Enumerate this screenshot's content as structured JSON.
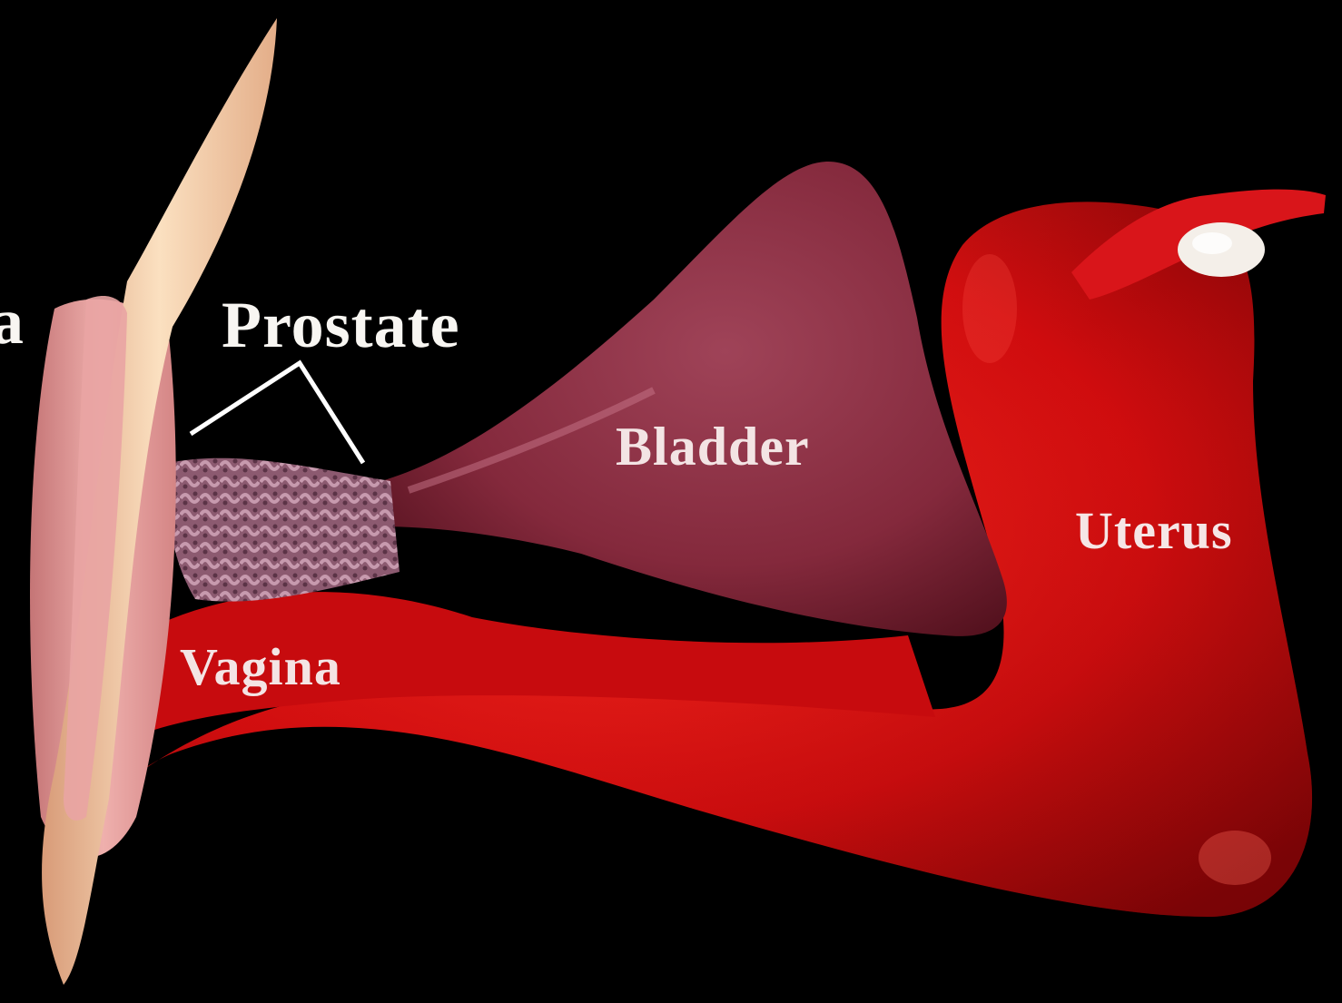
{
  "labels": {
    "prostate": "Prostate",
    "bladder": "Bladder",
    "uterus": "Uterus",
    "vagina": "Vagina",
    "edge_fragment": "a"
  },
  "colors": {
    "background": "#000000",
    "uterus_vagina": "#d40d10",
    "bladder": "#8a2e40",
    "prostate": "#a8788c",
    "muscle_pink": "#e7a1a3",
    "muscle_tan": "#f2c9a5",
    "leader_line": "#ffffff"
  }
}
